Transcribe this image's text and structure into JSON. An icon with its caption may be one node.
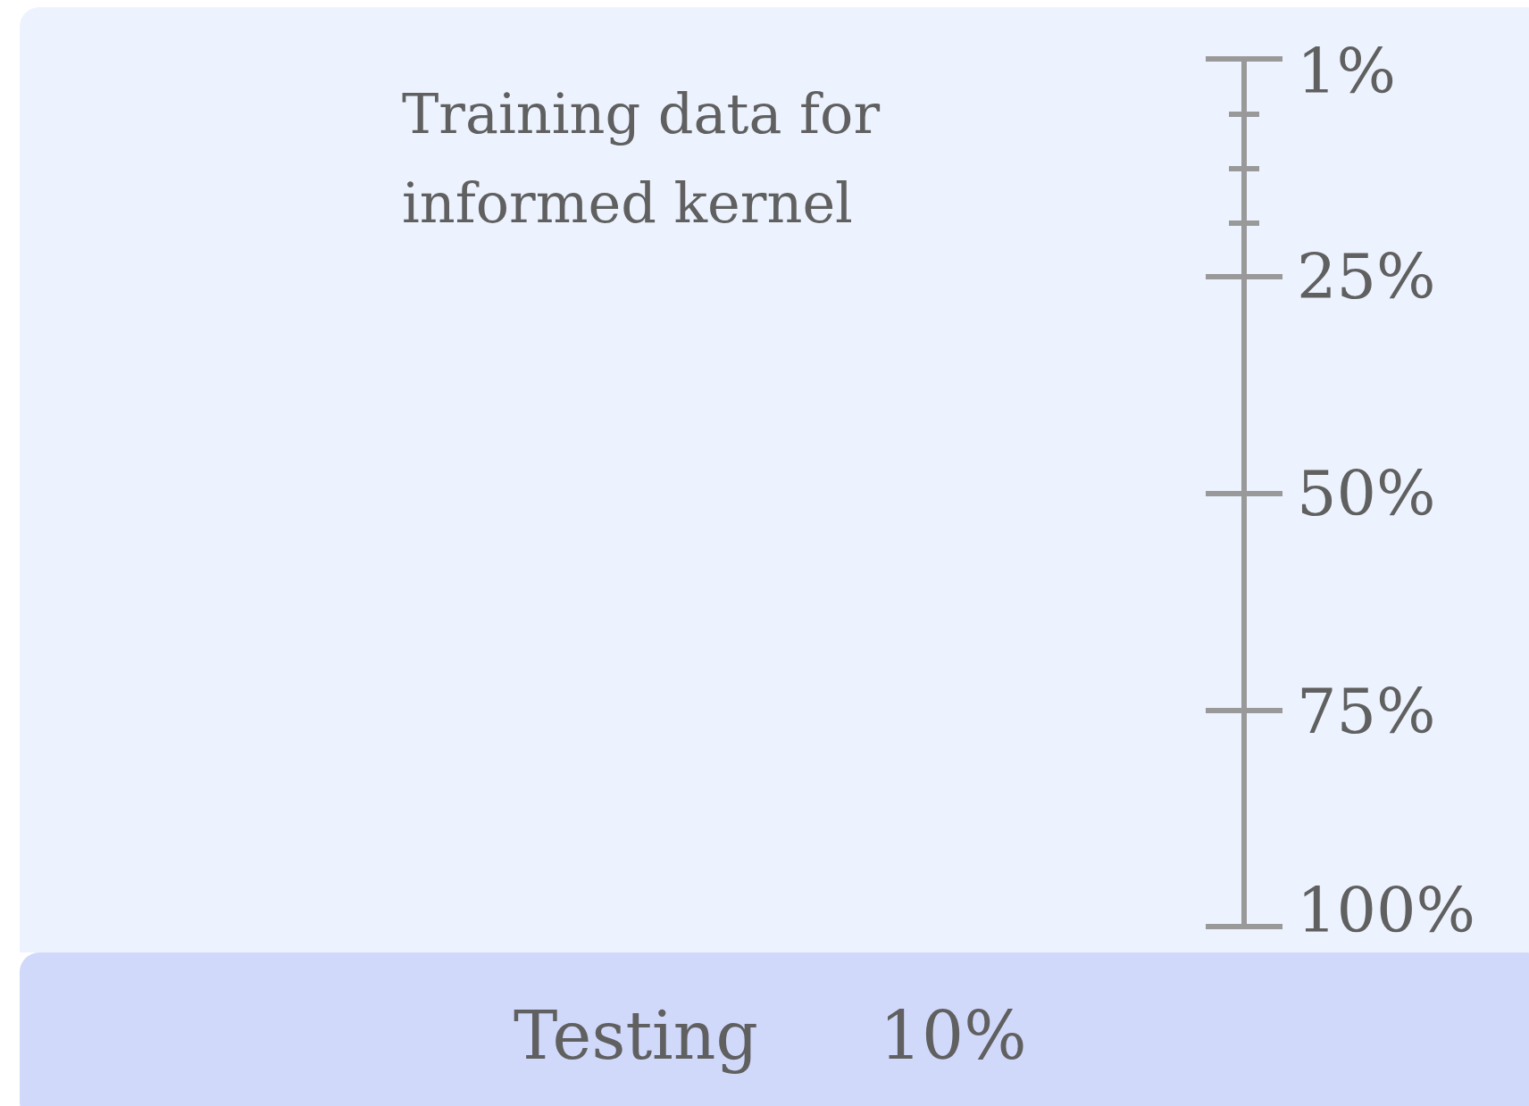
{
  "diagram": {
    "nodes": [
      {
        "text": [
          "Training data for informed kernel"
        ]
      },
      {
        "text": [
          "Testing",
          "10%"
        ]
      }
    ],
    "labels": [
      "1%",
      "25%",
      "50%",
      "75%",
      "100%"
    ]
  }
}
